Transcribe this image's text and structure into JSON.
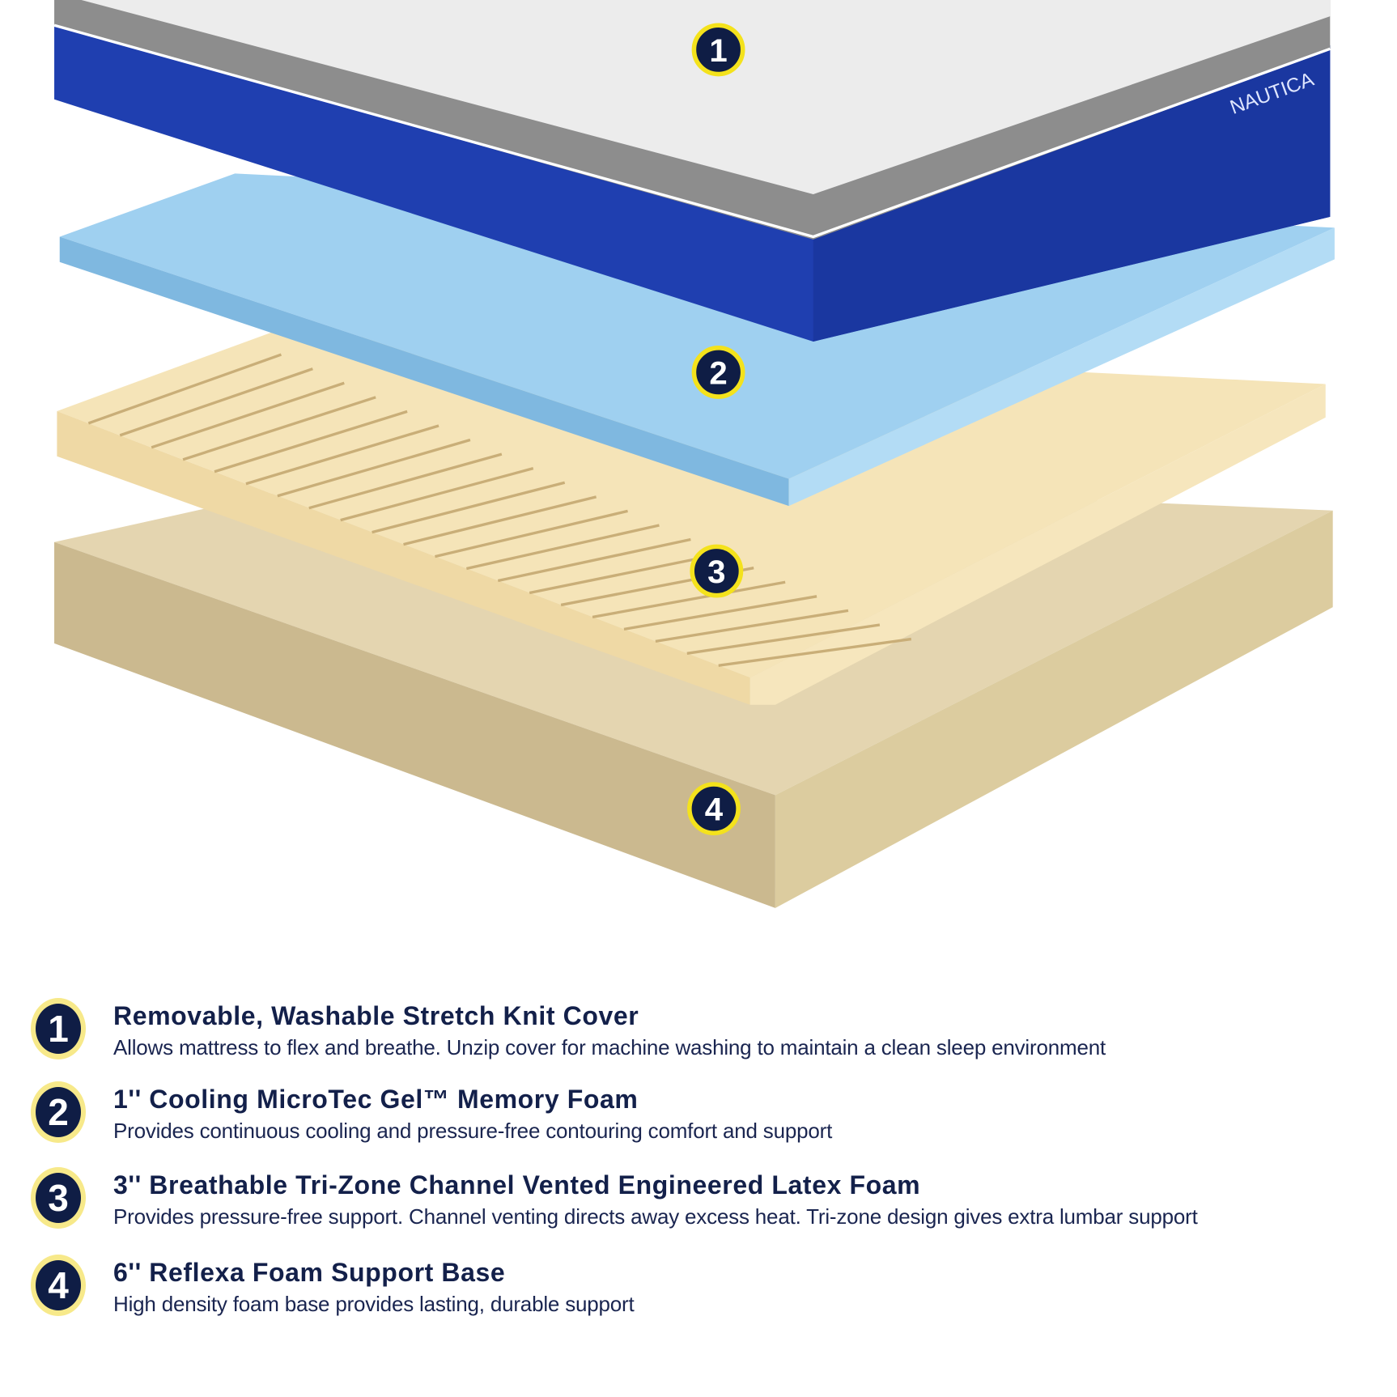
{
  "brand_label": "NAUTICA",
  "colors": {
    "badge_fill": "#0f1d45",
    "badge_ring": "#f4e21c",
    "legend_ring": "#f7e98a",
    "cover_blue": "#1f3fb0",
    "gel_blue": "#8fc8ec",
    "latex": "#f3dfb0",
    "base": "#d9c79c"
  },
  "diagram_badges": [
    "1",
    "2",
    "3",
    "4"
  ],
  "layers": [
    {
      "number": "1",
      "title": "Removable, Washable Stretch Knit Cover",
      "description": "Allows mattress to flex and breathe. Unzip cover for machine washing to maintain a clean sleep environment"
    },
    {
      "number": "2",
      "title": "1'' Cooling MicroTec Gel™ Memory Foam",
      "description": "Provides continuous cooling and pressure-free contouring comfort and support"
    },
    {
      "number": "3",
      "title": "3'' Breathable Tri-Zone Channel Vented Engineered Latex Foam",
      "description": "Provides pressure-free support. Channel venting directs away excess heat. Tri-zone design gives extra lumbar support"
    },
    {
      "number": "4",
      "title": "6'' Reflexa Foam Support Base",
      "description": "High density foam base provides lasting, durable support"
    }
  ]
}
